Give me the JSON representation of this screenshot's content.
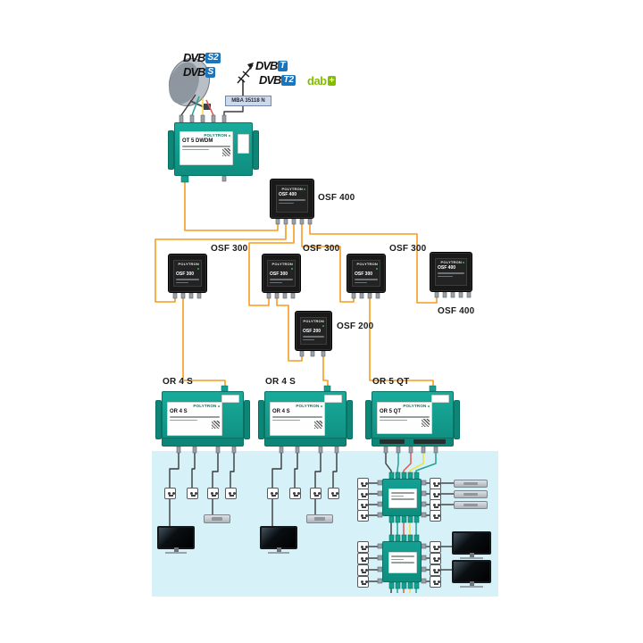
{
  "logos": {
    "dvb_word": "DVB",
    "badge_s2": "S2",
    "badge_s": "S",
    "badge_t": "T",
    "badge_t2": "T2",
    "dab_word": "dab",
    "dab_plus": "+"
  },
  "labels": {
    "antenna_model": "MBA 35118 N",
    "brand": "POLYTRON",
    "ot_model": "OT 5 DWDM",
    "osf400": "OSF 400",
    "osf300": "OSF 300",
    "osf200": "OSF 200",
    "or4s": "OR 4 S",
    "or5qt": "OR 5 QT"
  },
  "colors": {
    "fiber_orange": "#F59C1F",
    "coax_dark": "#3B3B3B",
    "trunk_teal": "#1FA396",
    "trunk_red": "#E2574C",
    "trunk_yellow": "#F2DE3C",
    "device_teal": "#0FA18F",
    "box_black": "#191919",
    "zone_blue": "#D6F1F7",
    "dvb_blue": "#1B75BC",
    "dab_green": "#84BD00"
  }
}
